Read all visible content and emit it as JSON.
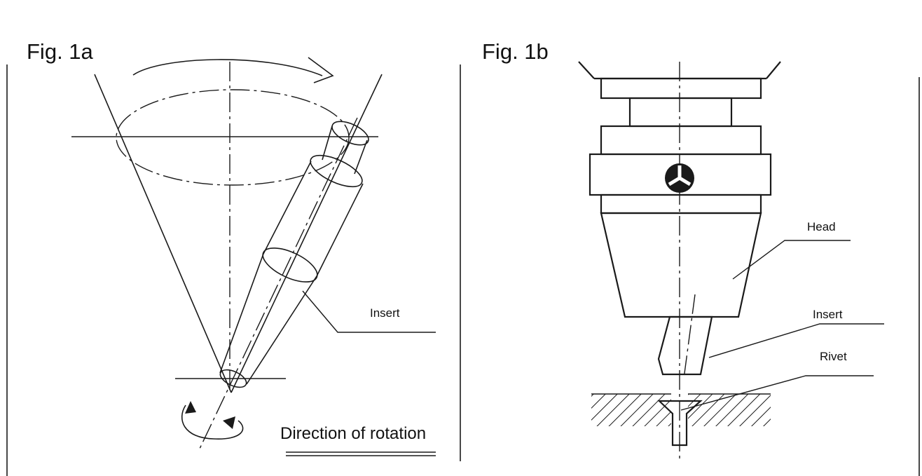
{
  "fig1a": {
    "title": "Fig. 1a",
    "insert_label": "Insert",
    "rotation_label": "Direction of rotation"
  },
  "fig1b": {
    "title": "Fig. 1b",
    "head_label": "Head",
    "insert_label": "Insert",
    "rivet_label": "Rivet"
  }
}
